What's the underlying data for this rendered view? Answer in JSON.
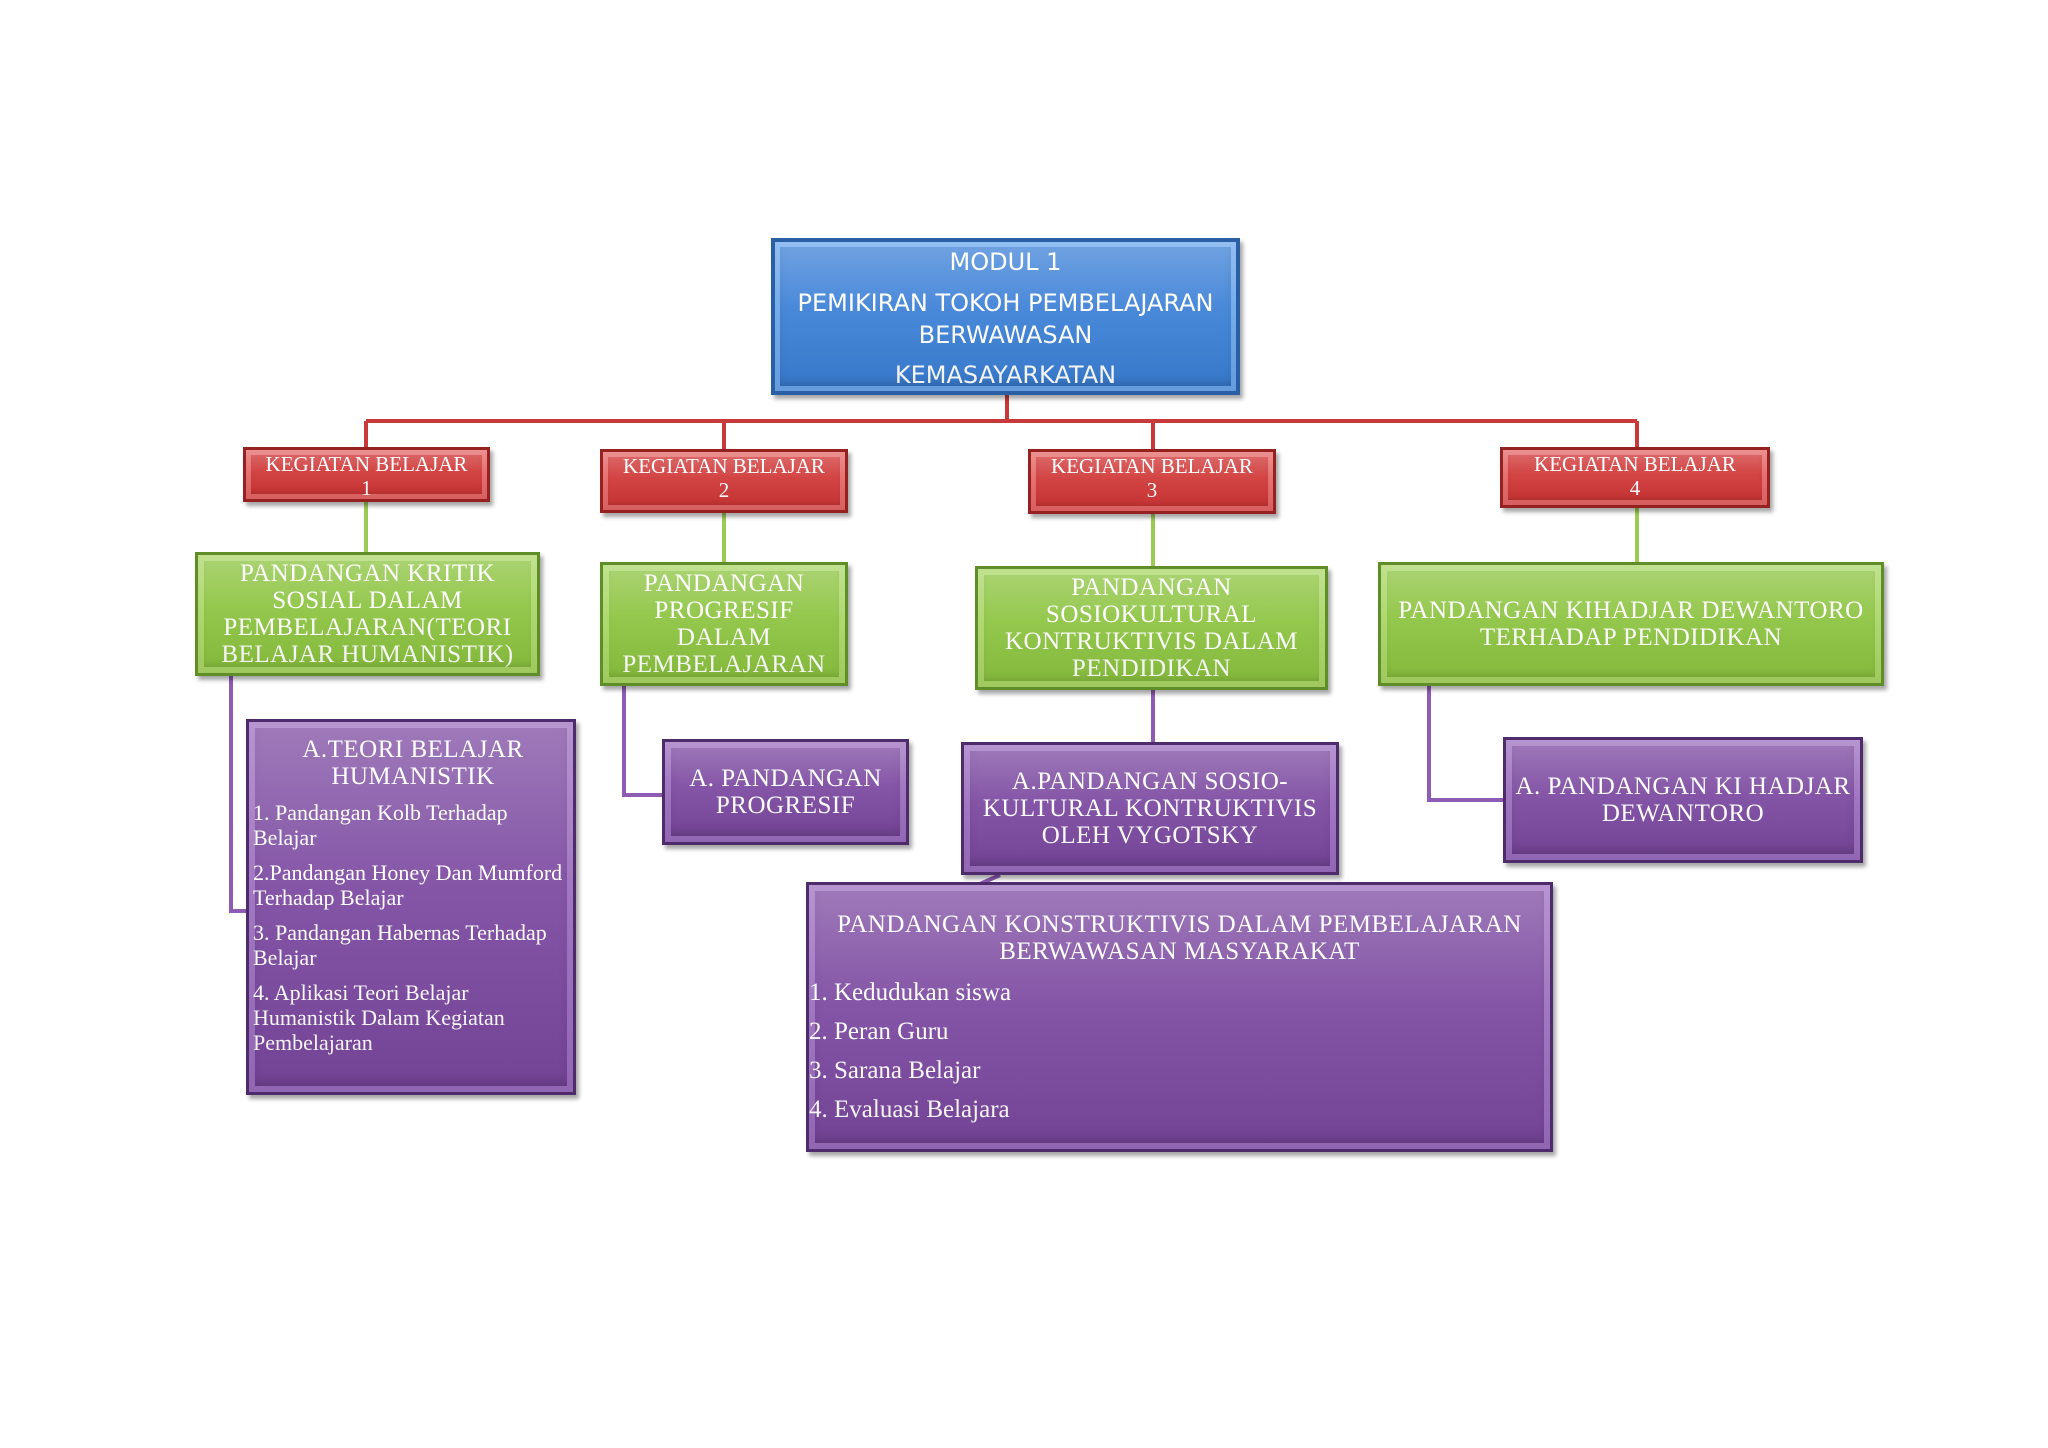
{
  "colors": {
    "root": "#3a7fd6",
    "kegiatan": "#cf3434",
    "pandangan": "#8bc33e",
    "detail": "#7a479f",
    "red_line": "#c83a3a",
    "green_line": "#9ccb54",
    "purple_line": "#8e5bb5"
  },
  "root": {
    "line1": "MODUL 1",
    "line2": "PEMIKIRAN TOKOH PEMBELAJARAN BERWAWASAN",
    "line3": "KEMASAYARKATAN"
  },
  "kegiatan": [
    {
      "label": "KEGIATAN BELAJAR",
      "num": "1"
    },
    {
      "label": "KEGIATAN BELAJAR",
      "num": "2"
    },
    {
      "label": "KEGIATAN BELAJAR",
      "num": "3"
    },
    {
      "label": "KEGIATAN BELAJAR",
      "num": "4"
    }
  ],
  "pandangan": [
    {
      "text": "PANDANGAN KRITIK SOSIAL DALAM PEMBELAJARAN(TEORI BELAJAR HUMANISTIK)"
    },
    {
      "text": "PANDANGAN PROGRESIF DALAM PEMBELAJARAN"
    },
    {
      "text": "PANDANGAN SOSIOKULTURAL KONTRUKTIVIS DALAM PENDIDIKAN"
    },
    {
      "text": "PANDANGAN KIHADJAR DEWANTORO TERHADAP PENDIDIKAN"
    }
  ],
  "detail_1": {
    "title": "A.TEORI BELAJAR HUMANISTIK",
    "items": [
      "1. Pandangan  Kolb Terhadap Belajar",
      "2.Pandangan  Honey Dan Mumford Terhadap Belajar",
      "3. Pandangan  Habernas Terhadap Belajar",
      "4. Aplikasi Teori Belajar Humanistik Dalam Kegiatan Pembelajaran"
    ]
  },
  "detail_2": {
    "title": "A. PANDANGAN PROGRESIF"
  },
  "detail_3": {
    "title": "A.PANDANGAN SOSIO-KULTURAL KONTRUKTIVIS OLEH VYGOTSKY"
  },
  "detail_3b": {
    "title": "PANDANGAN KONSTRUKTIVIS DALAM PEMBELAJARAN BERWAWASAN MASYARAKAT",
    "items": [
      "1. Kedudukan siswa",
      "2. Peran Guru",
      "3. Sarana Belajar",
      "4. Evaluasi Belajara"
    ]
  },
  "detail_4": {
    "title": "A. PANDANGAN KI HADJAR DEWANTORO"
  }
}
